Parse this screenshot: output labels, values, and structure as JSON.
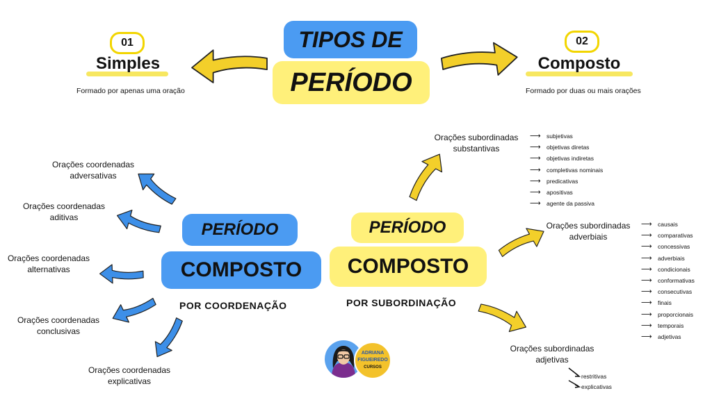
{
  "title": {
    "line1": "TIPOS DE",
    "line2": "PERÍODO"
  },
  "simples": {
    "number": "01",
    "heading": "Simples",
    "description": "Formado por apenas uma oração"
  },
  "composto": {
    "number": "02",
    "heading": "Composto",
    "description": "Formado por duas ou mais orações"
  },
  "coordenacao": {
    "line1": "PERÍODO",
    "line2": "COMPOSTO",
    "subtitle": "POR COORDENAÇÃO",
    "items": [
      "Orações coordenadas adversativas",
      "Orações coordenadas aditivas",
      "Orações coordenadas alternativas",
      "Orações coordenadas conclusivas",
      "Orações coordenadas explicativas"
    ]
  },
  "subordinacao": {
    "line1": "PERÍODO",
    "line2": "COMPOSTO",
    "subtitle": "POR SUBORDINAÇÃO",
    "substantivas": {
      "label": "Orações subordinadas substantivas",
      "types": [
        "subjetivas",
        "objetivas diretas",
        "objetivas indiretas",
        "completivas nominais",
        "predicativas",
        "apositivas",
        "agente da passiva"
      ]
    },
    "adverbiais": {
      "label": "Orações subordinadas adverbiais",
      "types": [
        "causais",
        "comparativas",
        "concessivas",
        "adverbiais",
        "condicionais",
        "conformativas",
        "consecutivas",
        "finais",
        "proporcionais",
        "temporais",
        "adjetivas"
      ]
    },
    "adjetivas": {
      "label": "Orações subordinadas adjetivas",
      "types": [
        "restritivas",
        "explicativas"
      ]
    }
  },
  "badge": {
    "line1": "ADRIANA",
    "line2": "FIGUEIREDO",
    "line3": "CURSOS"
  },
  "colors": {
    "blue": "#4b9bf2",
    "yellow": "#fff07a",
    "arrow_yellow": "#f3cf2a",
    "arrow_blue": "#3d8fe8"
  }
}
